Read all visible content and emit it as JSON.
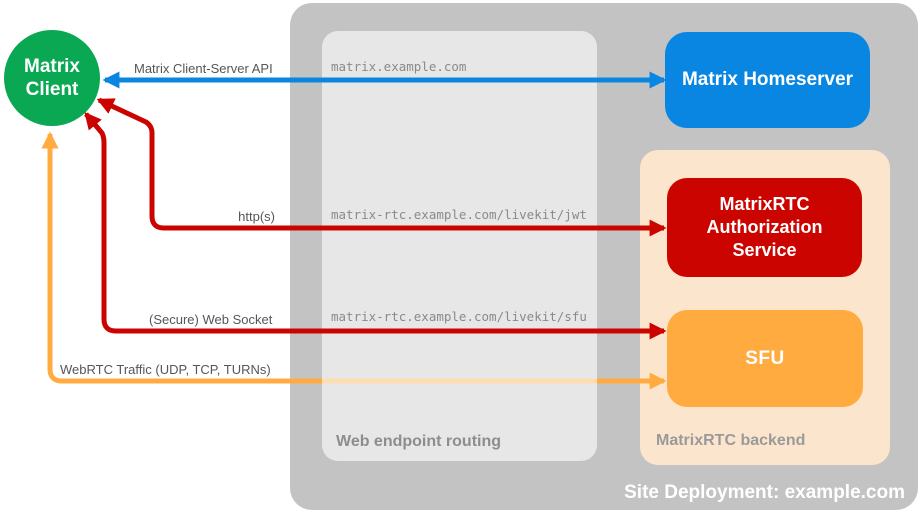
{
  "nodes": {
    "client": {
      "label": "Matrix Client"
    },
    "homeserver": {
      "label": "Matrix Homeserver"
    },
    "auth_service": {
      "label": "MatrixRTC Authorization Service"
    },
    "sfu": {
      "label": "SFU"
    }
  },
  "regions": {
    "web_routing": {
      "label": "Web endpoint routing"
    },
    "backend": {
      "label": "MatrixRTC backend"
    },
    "deployment": {
      "label": "Site Deployment: example.com"
    }
  },
  "connections": {
    "cs_api": {
      "label": "Matrix Client-Server API",
      "endpoint": "matrix.example.com"
    },
    "https": {
      "label": "http(s)",
      "endpoint": "matrix-rtc.example.com/livekit/jwt"
    },
    "websocket": {
      "label": "(Secure) Web Socket",
      "endpoint": "matrix-rtc.example.com/livekit/sfu"
    },
    "webrtc": {
      "label": "WebRTC Traffic (UDP, TCP, TURNs)"
    }
  },
  "colors": {
    "client_green": "#0AA852",
    "homeserver_blue": "#0886E2",
    "auth_red": "#CC0400",
    "sfu_orange": "#FFAB40",
    "backend_peach": "#FCE5CD",
    "deployment_gray": "#C3C3C3"
  }
}
